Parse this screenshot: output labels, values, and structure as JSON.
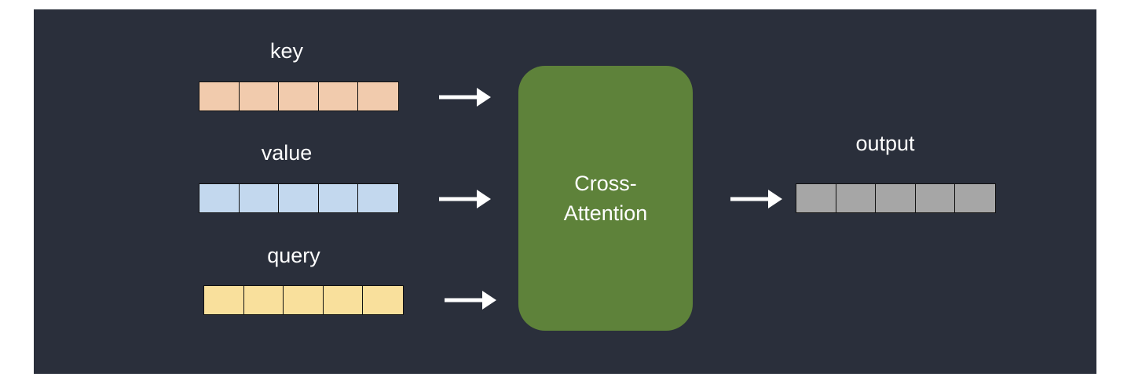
{
  "inputs": [
    {
      "label": "key",
      "cells": 5,
      "color": "#f1cbad"
    },
    {
      "label": "value",
      "cells": 5,
      "color": "#c3d8ee"
    },
    {
      "label": "query",
      "cells": 5,
      "color": "#f9e09c"
    }
  ],
  "block": {
    "line1": "Cross-",
    "line2": "Attention",
    "color": "#5e823a"
  },
  "output": {
    "label": "output",
    "cells": 5,
    "color": "#a6a6a6"
  },
  "background_color": "#2a2f3b"
}
